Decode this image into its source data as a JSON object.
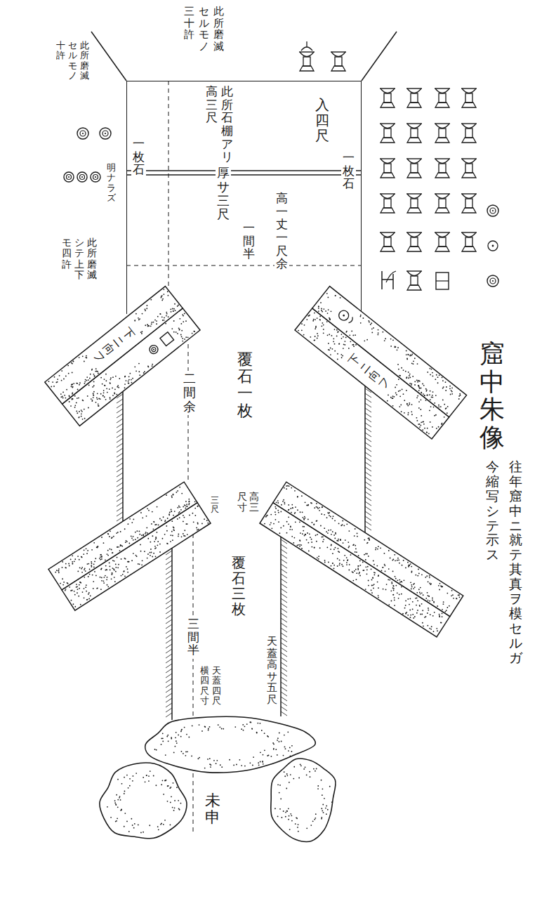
{
  "diagram": {
    "title": "窟中朱像",
    "caption": "往年窟中ニ就テ其真ヲ模セルガ 今縮写シテ示ス",
    "nodes": [
      {
        "text": [
          "入四尺",
          "此所石棚アリ 高三尺",
          "厚サ三尺",
          "高一丈一尺余",
          "一間半",
          "一枚石",
          "一枚石"
        ]
      },
      {
        "text": [
          "下ニ向フ"
        ]
      },
      {
        "text": [
          "下ニ向フ"
        ]
      }
    ],
    "labels": [
      "此所磨滅 セルモノ 三十許",
      "此所磨滅セルモノ十許",
      "明ナラズ",
      "此所磨滅シテ上下モ四許",
      "覆石一枚",
      "二間余",
      "高三 尺寸",
      "三尺",
      "覆石三枚",
      "三間半",
      "天蓋高サ五尺",
      "天蓋四尺 横四尺寸",
      "未申"
    ]
  }
}
